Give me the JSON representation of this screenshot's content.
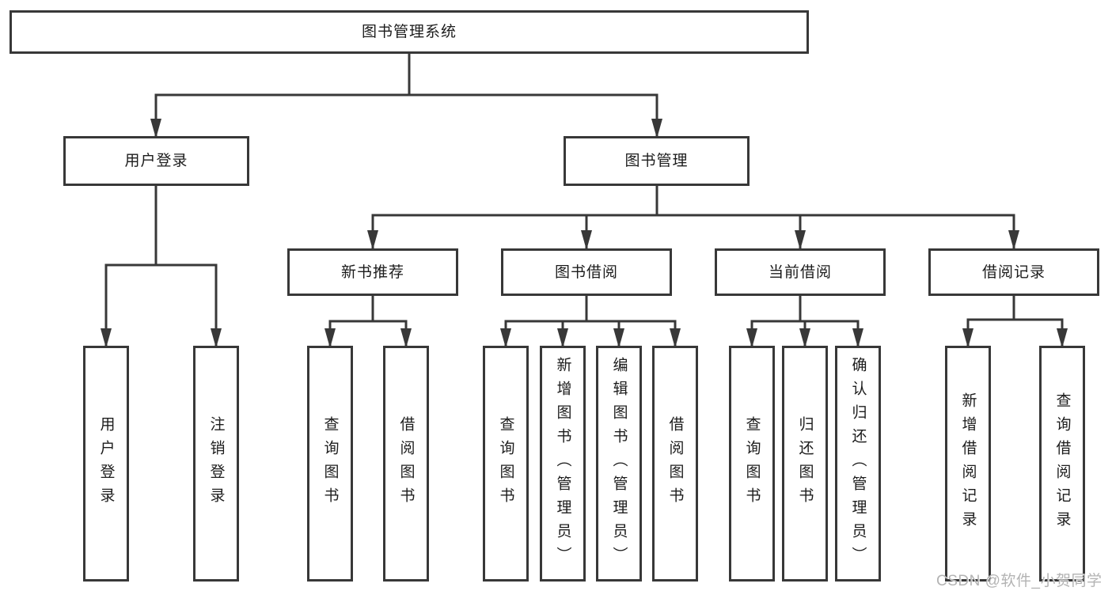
{
  "diagram": {
    "title": "图书管理系统",
    "type": "hierarchy-tree",
    "colors": {
      "line": "#383838",
      "box_border": "#383838",
      "text": "#1c1c1c",
      "background": "#ffffff",
      "watermark": "#b3b3b3"
    },
    "hierarchy": {
      "label": "图书管理系统",
      "children": [
        {
          "label": "用户登录",
          "children": [
            {
              "label": "用户登录"
            },
            {
              "label": "注销登录"
            }
          ]
        },
        {
          "label": "图书管理",
          "children": [
            {
              "label": "新书推荐",
              "children": [
                {
                  "label": "查询图书"
                },
                {
                  "label": "借阅图书"
                }
              ]
            },
            {
              "label": "图书借阅",
              "children": [
                {
                  "label": "查询图书"
                },
                {
                  "label": "新增图书（管理员）"
                },
                {
                  "label": "编辑图书（管理员）"
                },
                {
                  "label": "借阅图书"
                }
              ]
            },
            {
              "label": "当前借阅",
              "children": [
                {
                  "label": "查询图书"
                },
                {
                  "label": "归还图书"
                },
                {
                  "label": "确认归还（管理员）"
                }
              ]
            },
            {
              "label": "借阅记录",
              "children": [
                {
                  "label": "新增借阅记录"
                },
                {
                  "label": "查询借阅记录"
                }
              ]
            }
          ]
        }
      ]
    }
  },
  "nodes": {
    "root": "图书管理系统",
    "user_login_group": "用户登录",
    "book_mgmt": "图书管理",
    "new_book_rec": "新书推荐",
    "book_borrow": "图书借阅",
    "current_borrow": "当前借阅",
    "borrow_record": "借阅记录",
    "ul_login": "用户登录",
    "ul_logout": "注销登录",
    "nb_query_book": "查询图书",
    "nb_borrow_book": "借阅图书",
    "bb_query_book": "查询图书",
    "bb_add_book": "新增图书（管理员）",
    "bb_edit_book": "编辑图书（管理员）",
    "bb_borrow_book": "借阅图书",
    "cb_query_book": "查询图书",
    "cb_return_book": "归还图书",
    "cb_confirm_return": "确认归还（管理员）",
    "br_add_record": "新增借阅记录",
    "br_query_record": "查询借阅记录"
  },
  "watermark": {
    "text": "CSDN @软件_小贺同学"
  }
}
